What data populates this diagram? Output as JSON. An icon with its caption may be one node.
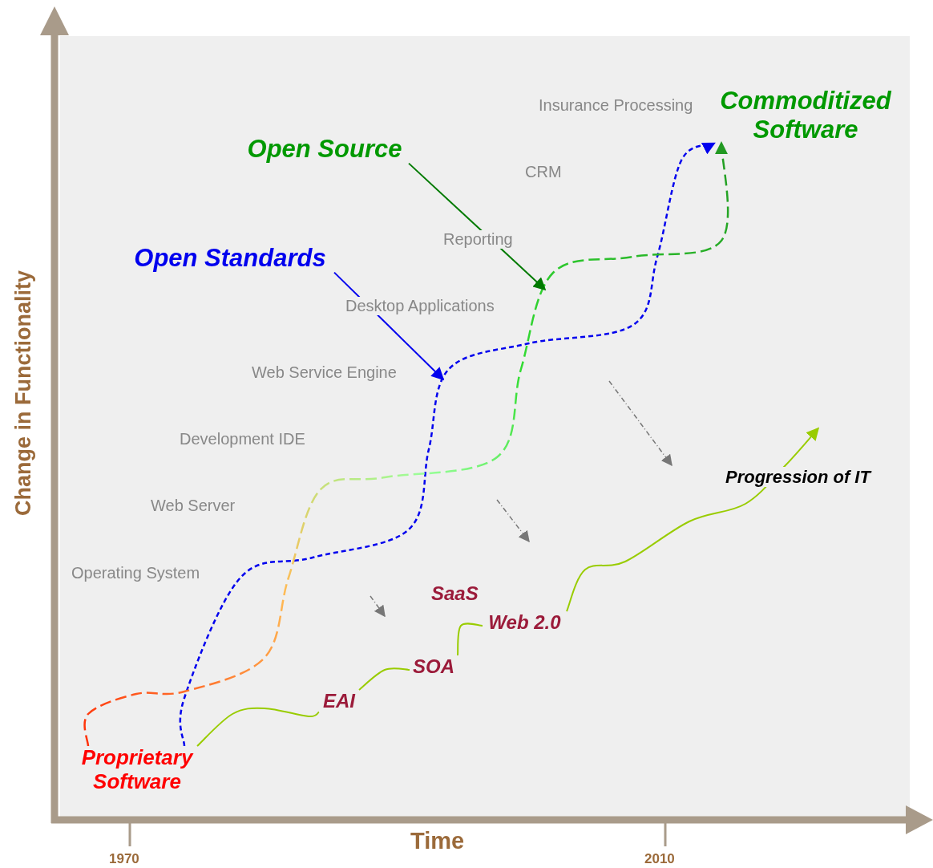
{
  "diagram": {
    "nodes": [
      {
        "text": [
          "Open Source"
        ]
      },
      {
        "text": [
          "Commoditized Software"
        ]
      },
      {
        "text": [
          "Open Standards"
        ]
      },
      {
        "text": [
          "Proprietary Software"
        ]
      },
      {
        "text": [
          "EAI"
        ]
      },
      {
        "text": [
          "SOA"
        ]
      },
      {
        "text": [
          "Web 2.0"
        ]
      }
    ],
    "edges": [
      {
        "from": 3,
        "to": 1,
        "arrow": "to",
        "style": "dashed",
        "color": "#0000ee"
      },
      {
        "from": 3,
        "to": 1,
        "arrow": "to",
        "style": "dashed",
        "color": "#229922"
      },
      {
        "from": 0,
        "to": null,
        "arrow": "to",
        "color": "#007a00"
      },
      {
        "from": 2,
        "to": null,
        "arrow": "to",
        "color": "#0000ee"
      },
      {
        "from": 3,
        "to": 4,
        "arrow": "none"
      },
      {
        "from": 4,
        "to": 5,
        "arrow": "none"
      },
      {
        "from": 5,
        "to": 6,
        "arrow": "none"
      },
      {
        "from": 6,
        "to": null,
        "arrow": "to"
      }
    ],
    "labels": [
      "Insurance Processing",
      "CRM",
      "Reporting",
      "Desktop Applications",
      "Web Service Engine",
      "Development IDE",
      "Progression of IT",
      "Web Server",
      "Change in Functionality",
      "Operating System",
      "SaaS",
      "Time",
      "1970",
      "2010"
    ]
  }
}
